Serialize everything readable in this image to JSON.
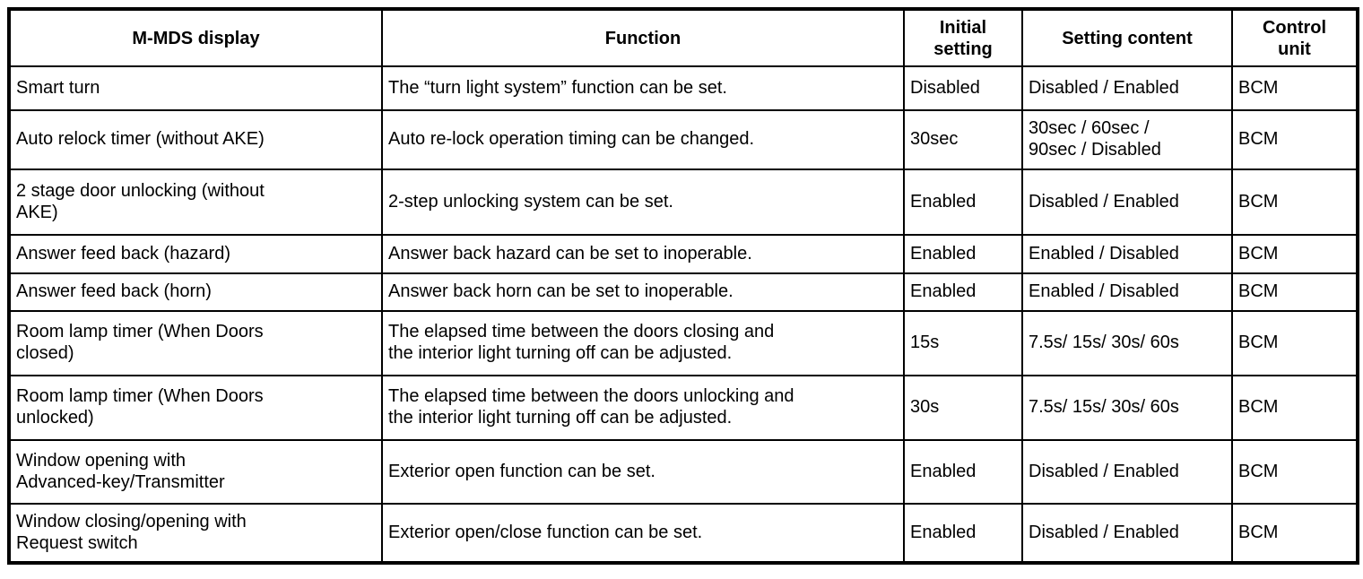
{
  "table": {
    "headers": {
      "display": "M-MDS display",
      "function": "Function",
      "initial": "Initial\nsetting",
      "content": "Setting content",
      "unit": "Control\nunit"
    },
    "rows": [
      {
        "display": "Smart turn",
        "function": "The “turn light system” function can be set.",
        "initial": "Disabled",
        "content": "Disabled / Enabled",
        "unit": "BCM"
      },
      {
        "display": "Auto relock timer (without AKE)",
        "function": "Auto re-lock operation timing can be changed.",
        "initial": "30sec",
        "content": "30sec / 60sec /\n90sec / Disabled",
        "unit": "BCM"
      },
      {
        "display": "2 stage door unlocking (without\nAKE)",
        "function": "2-step unlocking system can be set.",
        "initial": "Enabled",
        "content": "Disabled / Enabled",
        "unit": "BCM"
      },
      {
        "display": "Answer feed back (hazard)",
        "function": "Answer back hazard can be set to inoperable.",
        "initial": "Enabled",
        "content": "Enabled / Disabled",
        "unit": "BCM"
      },
      {
        "display": "Answer feed back (horn)",
        "function": "Answer back horn can be set to inoperable.",
        "initial": "Enabled",
        "content": "Enabled / Disabled",
        "unit": "BCM"
      },
      {
        "display": "Room lamp timer (When Doors\nclosed)",
        "function": "The elapsed time between the doors closing and\nthe interior light turning off can be adjusted.",
        "initial": "15s",
        "content": "7.5s/ 15s/ 30s/ 60s",
        "unit": "BCM"
      },
      {
        "display": "Room lamp timer (When Doors\nunlocked)",
        "function": "The elapsed time between the doors unlocking and\nthe interior light turning off can be adjusted.",
        "initial": "30s",
        "content": "7.5s/ 15s/ 30s/ 60s",
        "unit": "BCM"
      },
      {
        "display": "Window opening with\nAdvanced-key/Transmitter",
        "function": "Exterior open function can be set.",
        "initial": "Enabled",
        "content": "Disabled / Enabled",
        "unit": "BCM"
      },
      {
        "display": "Window closing/opening with\nRequest switch",
        "function": "Exterior open/close function can be set.",
        "initial": "Enabled",
        "content": "Disabled / Enabled",
        "unit": "BCM"
      }
    ]
  }
}
